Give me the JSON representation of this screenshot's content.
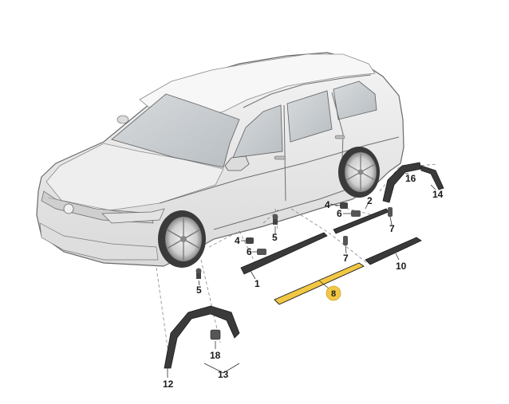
{
  "diagram": {
    "callouts": [
      {
        "id": "c1",
        "label": "1"
      },
      {
        "id": "c2",
        "label": "2"
      },
      {
        "id": "c4a",
        "label": "4"
      },
      {
        "id": "c4b",
        "label": "4"
      },
      {
        "id": "c5a",
        "label": "5"
      },
      {
        "id": "c5b",
        "label": "5"
      },
      {
        "id": "c6a",
        "label": "6"
      },
      {
        "id": "c6b",
        "label": "6"
      },
      {
        "id": "c7a",
        "label": "7"
      },
      {
        "id": "c7b",
        "label": "7"
      },
      {
        "id": "c8",
        "label": "8"
      },
      {
        "id": "c10",
        "label": "10"
      },
      {
        "id": "c12",
        "label": "12"
      },
      {
        "id": "c13",
        "label": "13"
      },
      {
        "id": "c14",
        "label": "14"
      },
      {
        "id": "c16",
        "label": "16"
      },
      {
        "id": "c18",
        "label": "18"
      }
    ],
    "colors": {
      "highlight": "#f2c744",
      "part": "#3a3a3a",
      "car_body": "#e9e9e9",
      "glass": "#cfd3d6"
    }
  }
}
